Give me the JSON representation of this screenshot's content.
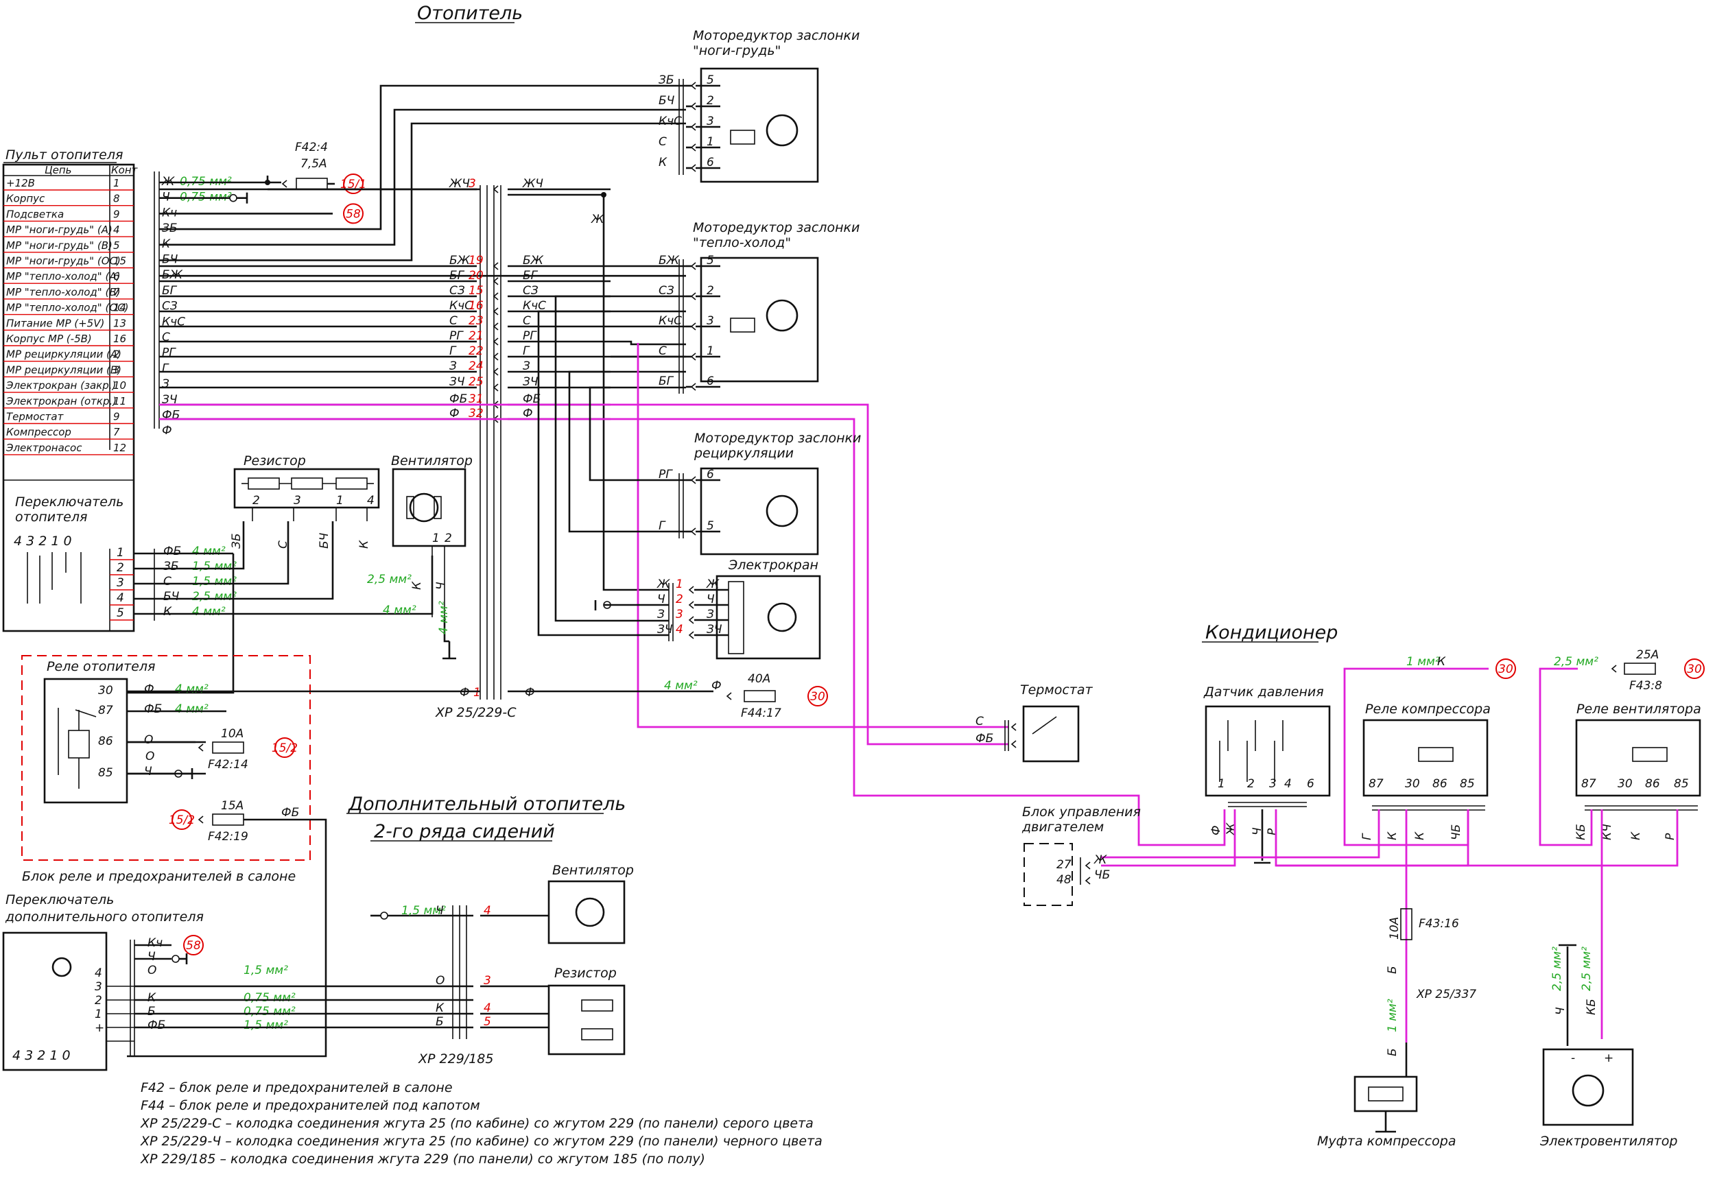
{
  "titles": {
    "heater": "Отопитель",
    "aux_heater_l1": "Дополнительный отопитель",
    "aux_heater_l2": "2-го ряда сидений",
    "conditioner": "Кондиционер"
  },
  "blocks": {
    "panel": "Пульт отопителя",
    "panel_col_circuit": "Цепь",
    "panel_col_contact": "Конт",
    "switch_l1": "Переключатель",
    "switch_l2": "отопителя",
    "switch_positions": "4 3 2 1 0",
    "resistor": "Резистор",
    "fan": "Вентилятор",
    "relay_heater": "Реле отопителя",
    "relay_block_caption": "Блок реле и предохранителей в салоне",
    "aux_switch_l1": "Переключатель",
    "aux_switch_l2": "дополнительного отопителя",
    "aux_switch_positions": "4 3 2 1 0",
    "aux_fan": "Вентилятор",
    "aux_resistor": "Резистор",
    "mr_legs_l1": "Моторедуктор заслонки",
    "mr_legs_l2": "\"ноги-грудь\"",
    "mr_temp_l1": "Моторедуктор заслонки",
    "mr_temp_l2": "\"тепло-холод\"",
    "mr_recirc_l1": "Моторедуктор заслонки",
    "mr_recirc_l2": "рециркуляции",
    "valve": "Электрокран",
    "thermostat": "Термостат",
    "pressure_sensor": "Датчик давления",
    "relay_compressor": "Реле компрессора",
    "relay_fan": "Реле вентилятора",
    "ecu_l1": "Блок управления",
    "ecu_l2": "двигателем",
    "clutch": "Муфта компрессора",
    "efan": "Электровентилятор"
  },
  "panel_rows": [
    {
      "circuit": "+12В",
      "contact": "1"
    },
    {
      "circuit": "Корпус",
      "contact": "8"
    },
    {
      "circuit": "Подсветка",
      "contact": "9"
    },
    {
      "circuit": "МР \"ноги-грудь\" (А)",
      "contact": "4"
    },
    {
      "circuit": "МР \"ноги-грудь\" (В)",
      "contact": "5"
    },
    {
      "circuit": "МР \"ноги-грудь\" (ОС)",
      "contact": "15"
    },
    {
      "circuit": "МР \"тепло-холод\" (А)",
      "contact": "6"
    },
    {
      "circuit": "МР \"тепло-холод\" (В)",
      "contact": "7"
    },
    {
      "circuit": "МР \"тепло-холод\" (ОС)",
      "contact": "14"
    },
    {
      "circuit": "Питание МР (+5V)",
      "contact": "13"
    },
    {
      "circuit": "Корпус МР (-5В)",
      "contact": "16"
    },
    {
      "circuit": "МР рециркуляции (А)",
      "contact": "2"
    },
    {
      "circuit": "МР рециркуляции (В)",
      "contact": "3"
    },
    {
      "circuit": "Электрокран (закр.)",
      "contact": "10"
    },
    {
      "circuit": "Электрокран (откр.)",
      "contact": "11"
    },
    {
      "circuit": "Термостат",
      "contact": "9"
    },
    {
      "circuit": "Компрессор",
      "contact": "7"
    },
    {
      "circuit": "Электронасос",
      "contact": "12"
    }
  ],
  "panel_wires": [
    "Ж",
    "Ч",
    "Кч",
    "ЗБ",
    "К",
    "БЧ",
    "БЖ",
    "БГ",
    "СЗ",
    "КчС",
    "С",
    "РГ",
    "Г",
    "З",
    "ЗЧ",
    "ФБ",
    "Ф"
  ],
  "connector_xp25_229": {
    "label": "ХР 25/229-С",
    "rows": [
      {
        "left": "ЖЧ",
        "pin": "3",
        "right": "ЖЧ"
      },
      {
        "left": "БЖ",
        "pin": "19",
        "right": "БЖ"
      },
      {
        "left": "БГ",
        "pin": "20",
        "right": "БГ"
      },
      {
        "left": "СЗ",
        "pin": "15",
        "right": "СЗ"
      },
      {
        "left": "КчС",
        "pin": "16",
        "right": "КчС"
      },
      {
        "left": "С",
        "pin": "23",
        "right": "С"
      },
      {
        "left": "РГ",
        "pin": "21",
        "right": "РГ"
      },
      {
        "left": "Г",
        "pin": "22",
        "right": "Г"
      },
      {
        "left": "З",
        "pin": "24",
        "right": "З"
      },
      {
        "left": "ЗЧ",
        "pin": "25",
        "right": "ЗЧ"
      },
      {
        "left": "ФБ",
        "pin": "31",
        "right": "ФБ"
      },
      {
        "left": "Ф",
        "pin": "32",
        "right": "Ф"
      }
    ],
    "bottom_left": "Ф",
    "bottom_pin": "1",
    "bottom_right": "Ф"
  },
  "mr_legs_pins": [
    {
      "wire": "ЗБ",
      "pin": "5"
    },
    {
      "wire": "БЧ",
      "pin": "2"
    },
    {
      "wire": "КчС",
      "pin": "3"
    },
    {
      "wire": "С",
      "pin": "1"
    },
    {
      "wire": "К",
      "pin": "6"
    }
  ],
  "mr_temp_pins": [
    {
      "wire": "БЖ",
      "pin": "5"
    },
    {
      "wire": "СЗ",
      "pin": "2"
    },
    {
      "wire": "КчС",
      "pin": "3"
    },
    {
      "wire": "С",
      "pin": "1"
    },
    {
      "wire": "БГ",
      "pin": "6"
    }
  ],
  "mr_recirc_pins": [
    {
      "wire": "РГ",
      "pin": "6"
    },
    {
      "wire": "Г",
      "pin": "5"
    }
  ],
  "valve_pins": [
    {
      "wire": "Ж",
      "pin": "1",
      "right": "Ж"
    },
    {
      "wire": "Ч",
      "pin": "2",
      "right": "Ч"
    },
    {
      "wire": "З",
      "pin": "3",
      "right": "З"
    },
    {
      "wire": "ЗЧ",
      "pin": "4",
      "right": "ЗЧ"
    }
  ],
  "fuses": {
    "f42_4_name": "F42:4",
    "f42_4_rating": "7,5А",
    "f44_17_name": "F44:17",
    "f44_17_rating": "40А",
    "f42_14_name": "F42:14",
    "f42_14_rating": "10А",
    "f42_19_name": "F42:19",
    "f42_19_rating": "15А",
    "f43_8_name": "F43:8",
    "f43_8_rating": "25А",
    "f43_16_name": "F43:16",
    "f43_16_rating": "10А"
  },
  "sections": {
    "s15_1": "15/1",
    "s58": "58",
    "s30": "30",
    "s15_2": "15/2"
  },
  "wire_sizes": {
    "w075": "0,75 мм²",
    "w15": "1,5 мм²",
    "w25": "2,5 мм²",
    "w4": "4 мм²",
    "w1": "1 мм²"
  },
  "switch_rows": [
    {
      "pin": "1",
      "wire": "ФБ",
      "size": "4 мм²"
    },
    {
      "pin": "2",
      "wire": "ЗБ",
      "size": "1,5 мм²"
    },
    {
      "pin": "3",
      "wire": "С",
      "size": "1,5 мм²"
    },
    {
      "pin": "4",
      "wire": "БЧ",
      "size": "2,5 мм²"
    },
    {
      "pin": "5",
      "wire": "К",
      "size": "4 мм²"
    }
  ],
  "resistor_pins": [
    "2",
    "3",
    "1",
    "4"
  ],
  "resistor_wires": [
    "ЗБ",
    "С",
    "БЧ",
    "К"
  ],
  "fan_pins": [
    "1",
    "2"
  ],
  "fan_wires": [
    "К",
    "Ч"
  ],
  "relay_heater_rows": [
    {
      "pin": "30",
      "wire": "Ф",
      "size": "4 мм²"
    },
    {
      "pin": "87",
      "wire": "ФБ",
      "size": "4 мм²"
    },
    {
      "pin": "86",
      "wire": "О",
      "size": ""
    },
    {
      "pin": "85",
      "wire": "Ч",
      "size": ""
    }
  ],
  "relay_heater_extra": "О",
  "aux_switch_rows": [
    {
      "pin": "",
      "wire": "Кч",
      "size": ""
    },
    {
      "pin": "",
      "wire": "Ч",
      "size": ""
    },
    {
      "pin": "4",
      "wire": "О",
      "size": "1,5 мм²"
    },
    {
      "pin": "3",
      "wire": "",
      "size": ""
    },
    {
      "pin": "2",
      "wire": "К",
      "size": "0,75 мм²"
    },
    {
      "pin": "1",
      "wire": "Б",
      "size": "0,75 мм²"
    },
    {
      "pin": "+",
      "wire": "ФБ",
      "size": "1,5 мм²"
    }
  ],
  "aux_connector": {
    "label": "ХР 229/185",
    "rows": [
      {
        "wire": "Ч",
        "pin": "4",
        "size": "1,5 мм²"
      },
      {
        "wire": "О",
        "pin": "3"
      },
      {
        "wire": "К",
        "pin": "4"
      },
      {
        "wire": "Б",
        "pin": "5"
      }
    ]
  },
  "aux_fb": "ФБ",
  "thermostat_wires": [
    "С",
    "ФБ"
  ],
  "pressure_pins": [
    "1",
    "2",
    "3",
    "4",
    "6"
  ],
  "pressure_wires": [
    "Ф",
    "Ж",
    "Ч",
    "Р"
  ],
  "relay_comp_pins": [
    "87",
    "30",
    "86",
    "85"
  ],
  "relay_comp_wires": [
    "Г",
    "К",
    "К",
    "ЧБ"
  ],
  "relay_fan_pins": [
    "87",
    "30",
    "86",
    "85"
  ],
  "relay_fan_wires": [
    "КБ",
    "КЧ",
    "К",
    "Р"
  ],
  "ecu_pins": [
    {
      "pin": "27",
      "wire": "Ж"
    },
    {
      "pin": "48",
      "wire": "ЧБ"
    }
  ],
  "comp_feed": {
    "size": "1 мм²",
    "wire": "К"
  },
  "fan_feed": {
    "size": "2,5 мм²"
  },
  "clutch_wires": {
    "wire1": "Б",
    "xp": "ХР 25/337",
    "wire2": "Б",
    "size": "1 мм²"
  },
  "efan_wires": [
    {
      "wire": "Ч",
      "size": "2,5 мм²"
    },
    {
      "wire": "КБ",
      "size": "2,5 мм²"
    }
  ],
  "efan_terms": [
    "-",
    "+"
  ],
  "legend": [
    "F42 – блок реле и предохранителей в салоне",
    "F44 – блок реле и предохранителей под капотом",
    "ХР 25/229-С – колодка соединения жгута 25 (по кабине) со жгутом 229 (по панели) серого цвета",
    "ХР 25/229-Ч – колодка соединения жгута 25 (по кабине) со жгутом 229 (по панели) черного цвета",
    "ХР 229/185 – колодка соединения жгута 229 (по панели) со жгутом 185 (по полу)"
  ]
}
